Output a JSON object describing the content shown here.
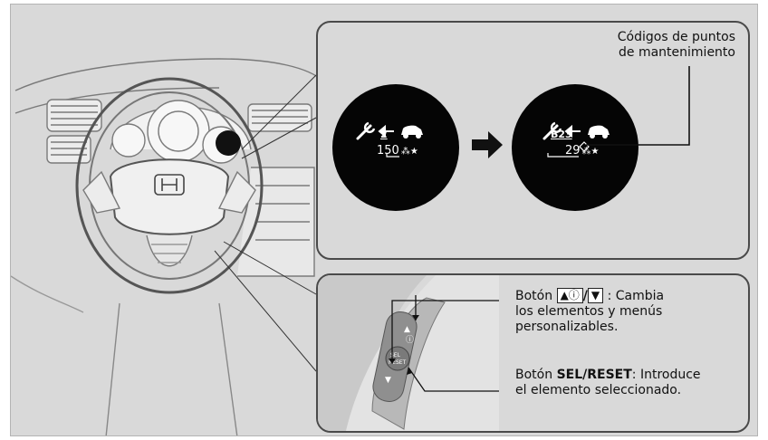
{
  "display_callout": {
    "maintenance_codes_label": [
      "Códigos de puntos",
      "de mantenimiento"
    ],
    "before": {
      "code": "2",
      "distance": "150",
      "unit_icon": "distance-unit-icon"
    },
    "after": {
      "code": "B23",
      "distance": "29",
      "unit_icon": "distance-unit-icon"
    },
    "icons": [
      "wrench-icon",
      "arrow-left-icon",
      "car-icon",
      "right-arrow-icon"
    ]
  },
  "buttons_callout": {
    "arrow_button": {
      "prefix": "Botón",
      "key_up": "▲ⓘ",
      "separator": "/",
      "key_down": "▼",
      "text_line1_suffix": ": Cambia",
      "text_line2": "los elementos y menús",
      "text_line3": "personalizables."
    },
    "sel_reset_button": {
      "prefix": "Botón",
      "name": "SEL/RESET",
      "text_line1_suffix": ": Introduce",
      "text_line2": "el elemento seleccionado.",
      "knob_label_top": "SEL",
      "knob_label_bottom": "RESET"
    }
  },
  "colors": {
    "panel": "#d9d9d9",
    "border": "#4a4a4a",
    "display_bg": "#050505"
  }
}
